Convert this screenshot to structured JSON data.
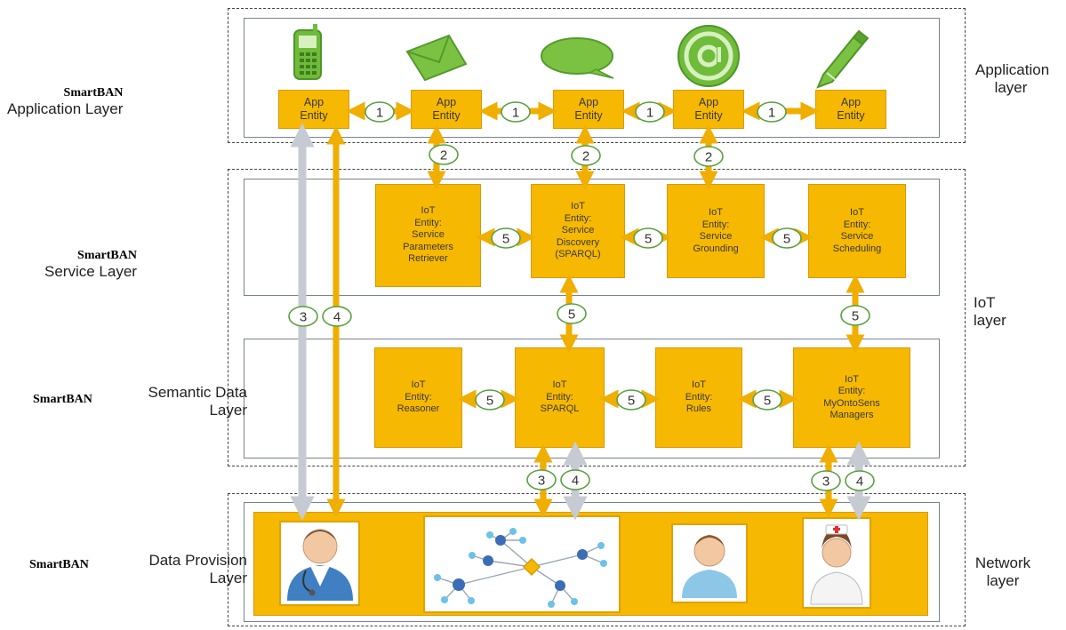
{
  "left_labels": {
    "prefix": "SmartBAN",
    "application": "Application Layer",
    "service": "Service Layer",
    "semantic": "Semantic Data\nLayer",
    "provision": "Data Provision\nLayer"
  },
  "right_labels": {
    "application": "Application\nlayer",
    "iot": "IoT\nlayer",
    "network": "Network\nlayer"
  },
  "app_icons": [
    "phone-icon",
    "envelope-icon",
    "speech-bubble-icon",
    "at-sign-icon",
    "pencil-icon"
  ],
  "app_entities": [
    "App\nEntity",
    "App\nEntity",
    "App\nEntity",
    "App\nEntity",
    "App\nEntity"
  ],
  "service_entities": [
    "IoT\nEntity:\nService\nParameters\nRetriever",
    "IoT\nEntity:\nService\nDiscovery\n(SPARQL)",
    "IoT\nEntity:\nService\nGrounding",
    "IoT\nEntity:\nService\nScheduling"
  ],
  "semantic_entities": [
    "IoT\nEntity:\nReasoner",
    "IoT\nEntity:\nSPARQL",
    "IoT\nEntity:\nRules",
    "IoT\nEntity:\nMyOntoSens\nManagers"
  ],
  "network_pictures": [
    "doctor-icon",
    "network-graph-icon",
    "patient-icon",
    "nurse-icon"
  ],
  "badges": {
    "app_links": [
      "1",
      "1",
      "1",
      "1"
    ],
    "app_service_links": [
      "2",
      "2",
      "2"
    ],
    "service_links": [
      "5",
      "5",
      "5"
    ],
    "service_semantic_links": [
      "5",
      "5"
    ],
    "semantic_links": [
      "5",
      "5",
      "5"
    ],
    "direct_app_network": [
      "3",
      "4"
    ],
    "semantic_network_sparql": [
      "3",
      "4"
    ],
    "semantic_network_managers": [
      "3",
      "4"
    ]
  },
  "colors": {
    "entity": "#f6b800",
    "icon_green": "#7cc242",
    "arrow_gold": "#f0ae00",
    "arrow_grey": "#c6cad2",
    "badge_border": "#58a040"
  }
}
